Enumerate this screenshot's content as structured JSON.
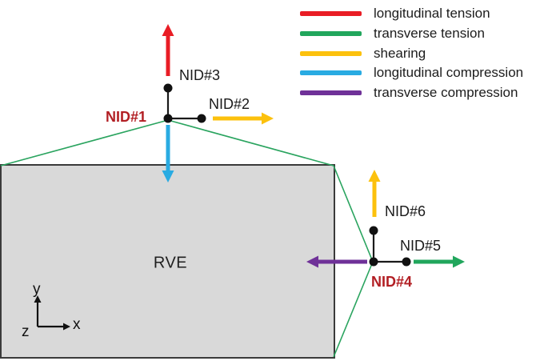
{
  "legend": {
    "items": [
      {
        "id": "longitudinal-tension",
        "label": "longitudinal tension",
        "color": "#e91d25"
      },
      {
        "id": "transverse-tension",
        "label": "transverse tension",
        "color": "#21a65c"
      },
      {
        "id": "shearing",
        "label": "shearing",
        "color": "#fcc10d"
      },
      {
        "id": "longitudinal-compression",
        "label": "longitudinal compression",
        "color": "#29abe2"
      },
      {
        "id": "transverse-compression",
        "label": "transverse compression",
        "color": "#6f3198"
      }
    ]
  },
  "nodes": {
    "nid1": {
      "label": "NID#1",
      "color": "#b21f24"
    },
    "nid2": {
      "label": "NID#2",
      "color": "#1a1a1a"
    },
    "nid3": {
      "label": "NID#3",
      "color": "#1a1a1a"
    },
    "nid4": {
      "label": "NID#4",
      "color": "#b21f24"
    },
    "nid5": {
      "label": "NID#5",
      "color": "#1a1a1a"
    },
    "nid6": {
      "label": "NID#6",
      "color": "#1a1a1a"
    }
  },
  "rve": {
    "label": "RVE",
    "fill": "#d9d9d9",
    "border": "#3a3a3a"
  },
  "axes": {
    "x_label": "x",
    "y_label": "y",
    "z_label": "z"
  },
  "arrows": [
    {
      "at": "NID#3",
      "direction": "up",
      "type": "longitudinal tension",
      "color": "#e91d25"
    },
    {
      "at": "NID#2",
      "direction": "right",
      "type": "shearing",
      "color": "#fcc10d"
    },
    {
      "at": "NID#1",
      "direction": "down",
      "type": "longitudinal compression",
      "color": "#29abe2"
    },
    {
      "at": "NID#6",
      "direction": "up",
      "type": "shearing",
      "color": "#fcc10d"
    },
    {
      "at": "NID#5",
      "direction": "right",
      "type": "transverse tension",
      "color": "#21a65c"
    },
    {
      "at": "NID#4",
      "direction": "left",
      "type": "transverse compression",
      "color": "#6f3198"
    }
  ],
  "colors": {
    "red": "#e91d25",
    "green": "#21a65c",
    "yellow": "#fcc10d",
    "cyan": "#29abe2",
    "purple": "#6f3198",
    "dark_red": "#b21f24",
    "black": "#1a1a1a",
    "connector_green": "#2aa45f"
  }
}
